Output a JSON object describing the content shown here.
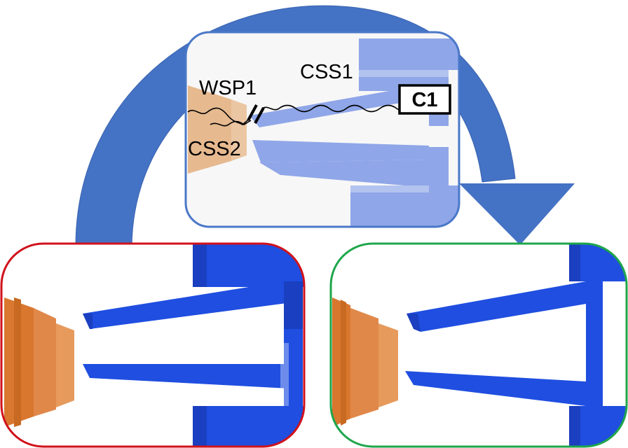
{
  "labels": {
    "wsp1": "WSP1",
    "css1": "CSS1",
    "css2": "CSS2",
    "c1": "C1"
  },
  "colors": {
    "arrow_blue": "#4472c4",
    "top_panel_border": "#4a78c8",
    "left_panel_border": "#d0121b",
    "right_panel_border": "#1ea64b",
    "jaw_blue": "#1f4ee0",
    "jaw_blue_faded": "#8fa6e8",
    "cone_orange": "#d9772e",
    "cone_orange_faded": "#e6b98f"
  },
  "icons": [
    "curved-arrow",
    "gripper-jaw",
    "nozzle-cone",
    "capacitor-symbol",
    "wire"
  ]
}
